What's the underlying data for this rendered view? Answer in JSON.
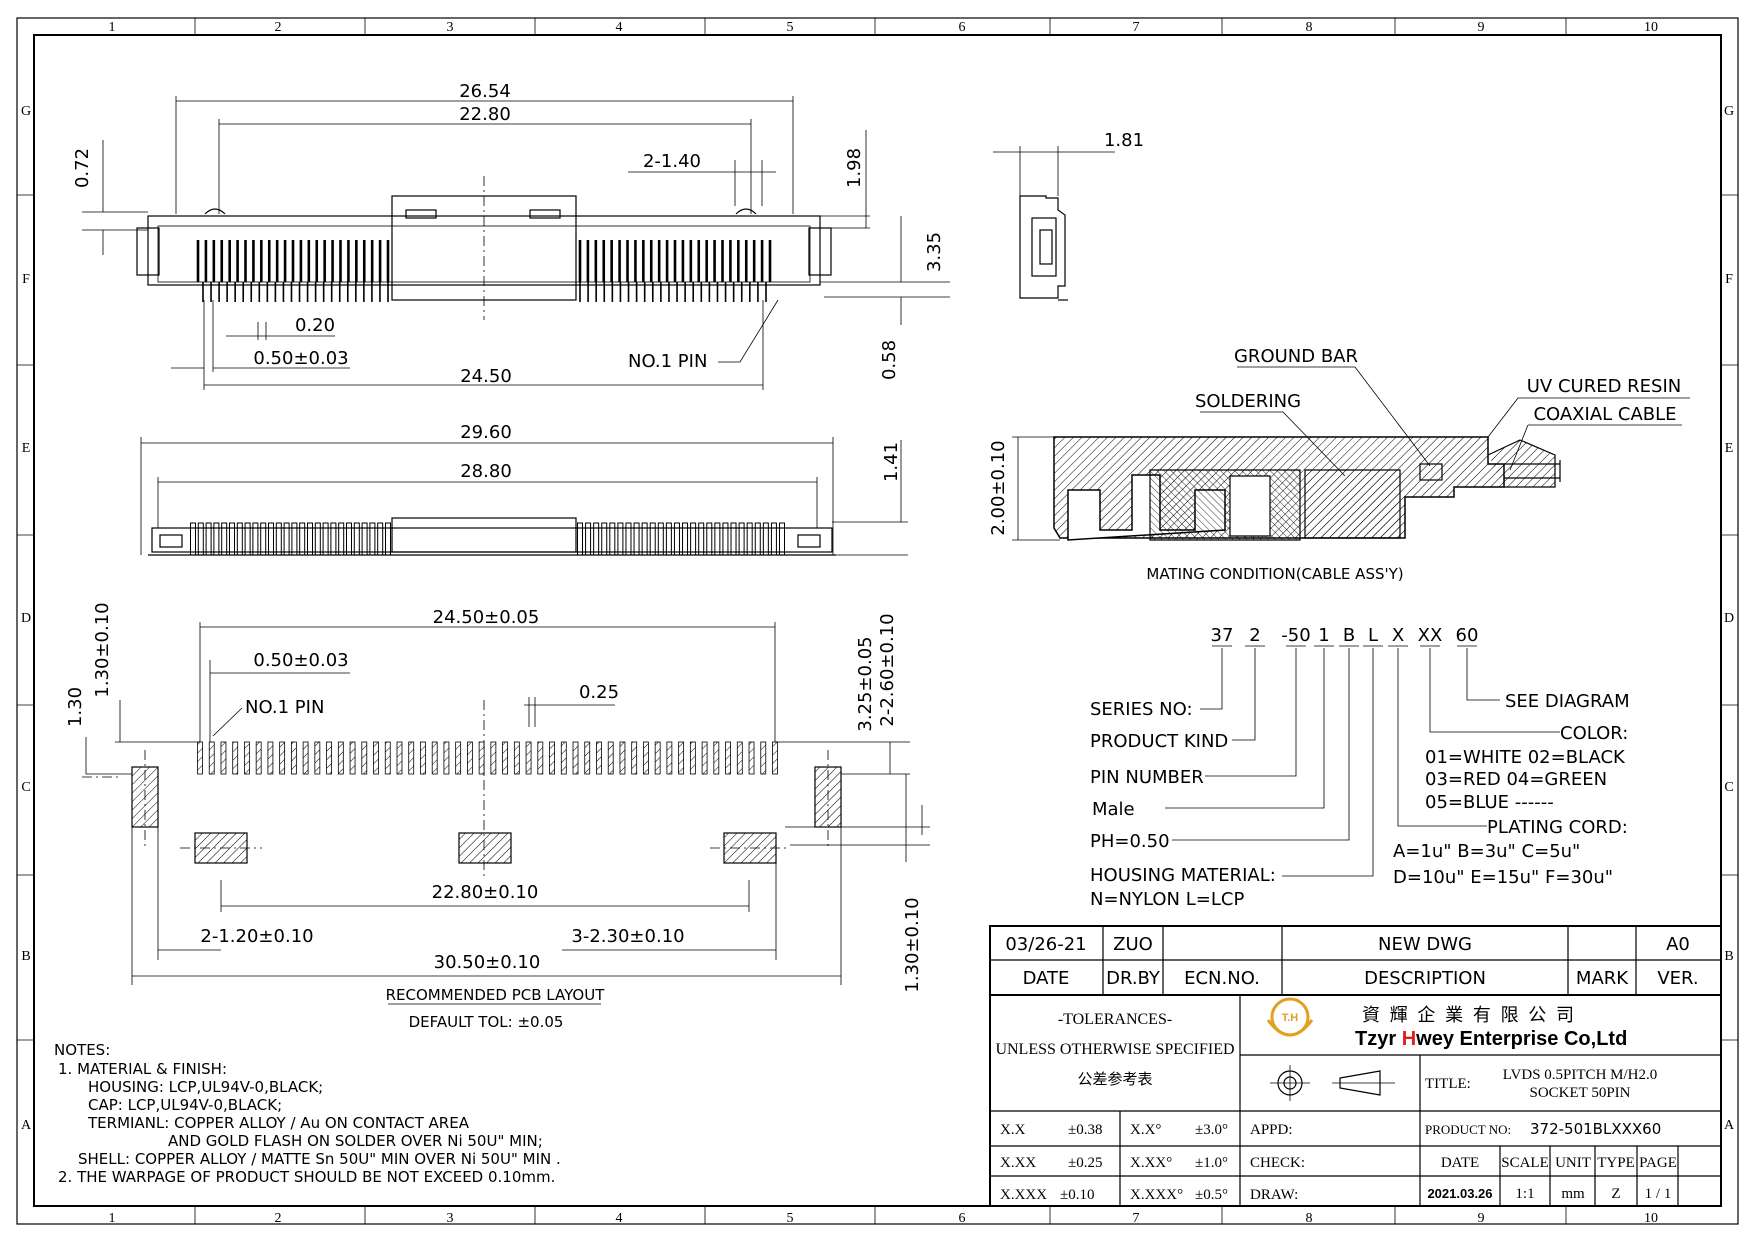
{
  "zones": {
    "columns": [
      "1",
      "2",
      "3",
      "4",
      "5",
      "6",
      "7",
      "8",
      "9",
      "10"
    ],
    "rows": [
      "G",
      "F",
      "E",
      "D",
      "C",
      "B",
      "A"
    ]
  },
  "top_view": {
    "dim_overall": "26.54",
    "dim_inner": "22.80",
    "dim_pitch_pairs": "2-1.40",
    "dim_072": "0.72",
    "dim_198": "1.98",
    "dim_335": "3.35",
    "dim_058": "0.58",
    "dim_020": "0.20",
    "dim_pitch": "0.50±0.03",
    "dim_span": "24.50",
    "pin1_label": "NO.1  PIN"
  },
  "side_view": {
    "dim_181": "1.81"
  },
  "front_view": {
    "dim_overall": "29.60",
    "dim_inner": "28.80",
    "dim_141": "1.41"
  },
  "pcb_layout": {
    "dim_span": "24.50±0.05",
    "dim_pitch": "0.50±0.03",
    "pin1_label": "NO.1  PIN",
    "dim_025": "0.25",
    "dim_130": "1.30",
    "dim_130tol": "1.30±0.10",
    "dim_325": "3.25±0.05",
    "dim_260": "2-2.60±0.10",
    "dim_2280": "22.80±0.10",
    "dim_120": "2-1.20±0.10",
    "dim_230": "3-2.30±0.10",
    "dim_3050": "30.50±0.10",
    "dim_130b": "1.30±0.10",
    "title": "RECOMMENDED PCB LAYOUT",
    "tolerance": "DEFAULT TOL: ±0.05"
  },
  "mating": {
    "ground_bar": "GROUND BAR",
    "soldering": "SOLDERING",
    "uv_resin": "UV CURED RESIN",
    "coaxial": "COAXIAL  CABLE",
    "height": "2.00±0.10",
    "caption": "MATING CONDITION(CABLE ASS'Y)"
  },
  "part_number": {
    "segments": [
      "37",
      "2",
      "-50",
      "1",
      "B",
      "L",
      "X",
      "XX",
      "60"
    ],
    "see_diagram": "SEE  DIAGRAM",
    "series": "SERIES  NO:",
    "product_kind": "PRODUCT  KIND",
    "pin_number": "PIN  NUMBER",
    "male": "Male",
    "pitch": "PH=0.50",
    "housing_label": "HOUSING  MATERIAL:",
    "housing_options": "N=NYLON      L=LCP",
    "color_label": "COLOR:",
    "color_line1": "01=WHITE  02=BLACK",
    "color_line2": "03=RED     04=GREEN",
    "color_line3": "05=BLUE   ------",
    "plating_label": "PLATING  CORD:",
    "plating_line1": "A=1u\"   B=3u\"   C=5u\"",
    "plating_line2": "D=10u\"  E=15u\"  F=30u\""
  },
  "notes": {
    "heading": "NOTES:",
    "line1": "1.  MATERIAL  &  FINISH:",
    "line2": "HOUSING: LCP,UL94V-0,BLACK;",
    "line3": "CAP: LCP,UL94V-0,BLACK;",
    "line4": "TERMIANL: COPPER  ALLOY  /  Au  ON  CONTACT  AREA",
    "line5": "AND  GOLD  FLASH  ON  SOLDER  OVER  Ni  50U\"  MIN;",
    "line6": "SHELL: COPPER  ALLOY  /  MATTE  Sn  50U\"  MIN  OVER  Ni  50U\"  MIN  .",
    "line7": "2.  THE  WARPAGE  OF  PRODUCT  SHOULD  BE  NOT  EXCEED  0.10mm."
  },
  "title_block": {
    "rev_date": "03/26-21",
    "rev_by": "ZUO",
    "rev_desc": "NEW  DWG",
    "rev_ver": "A0",
    "hdr_date": "DATE",
    "hdr_drby": "DR.BY",
    "hdr_ecn": "ECN.NO.",
    "hdr_desc": "DESCRIPTION",
    "hdr_mark": "MARK",
    "hdr_ver": "VER.",
    "tol_title": "-TOLERANCES-",
    "tol_unless": "UNLESS OTHERWISE SPECIFIED",
    "tol_cn": "公差参考表",
    "company_cn": "資 輝 企 業 有 限 公 司",
    "company_en_a": "Tzyr ",
    "company_en_h": "H",
    "company_en_b": "wey Enterprise Co,Ltd",
    "logo_text": "T.H",
    "title_label": "TITLE:",
    "title_line1": "LVDS 0.5PITCH M/H2.0",
    "title_line2": "SOCKET 50PIN",
    "tol_xx": "X.X",
    "tol_xx_v": "±0.38",
    "tol_xx_deg": "X.X°",
    "tol_xx_deg_v": "±3.0°",
    "tol_xxx": "X.XX",
    "tol_xxx_v": "±0.25",
    "tol_xxx_deg": "X.XX°",
    "tol_xxx_deg_v": "±1.0°",
    "tol_xxxx": "X.XXX",
    "tol_xxxx_v": "±0.10",
    "tol_xxxx_deg": "X.XXX°",
    "tol_xxxx_deg_v": "±0.5°",
    "appd": "APPD:",
    "check": "CHECK:",
    "draw": "DRAW:",
    "product_no_label": "PRODUCT NO:",
    "product_no": "372-501BLXXX60",
    "col_date": "DATE",
    "col_scale": "SCALE",
    "col_unit": "UNIT",
    "col_type": "TYPE",
    "col_page": "PAGE",
    "val_date": "2021.03.26",
    "val_scale": "1:1",
    "val_unit": "mm",
    "val_type": "Z",
    "val_page": "1 / 1"
  },
  "colors": {
    "logo_gold": "#e0a020",
    "brand_red": "#e02020"
  }
}
